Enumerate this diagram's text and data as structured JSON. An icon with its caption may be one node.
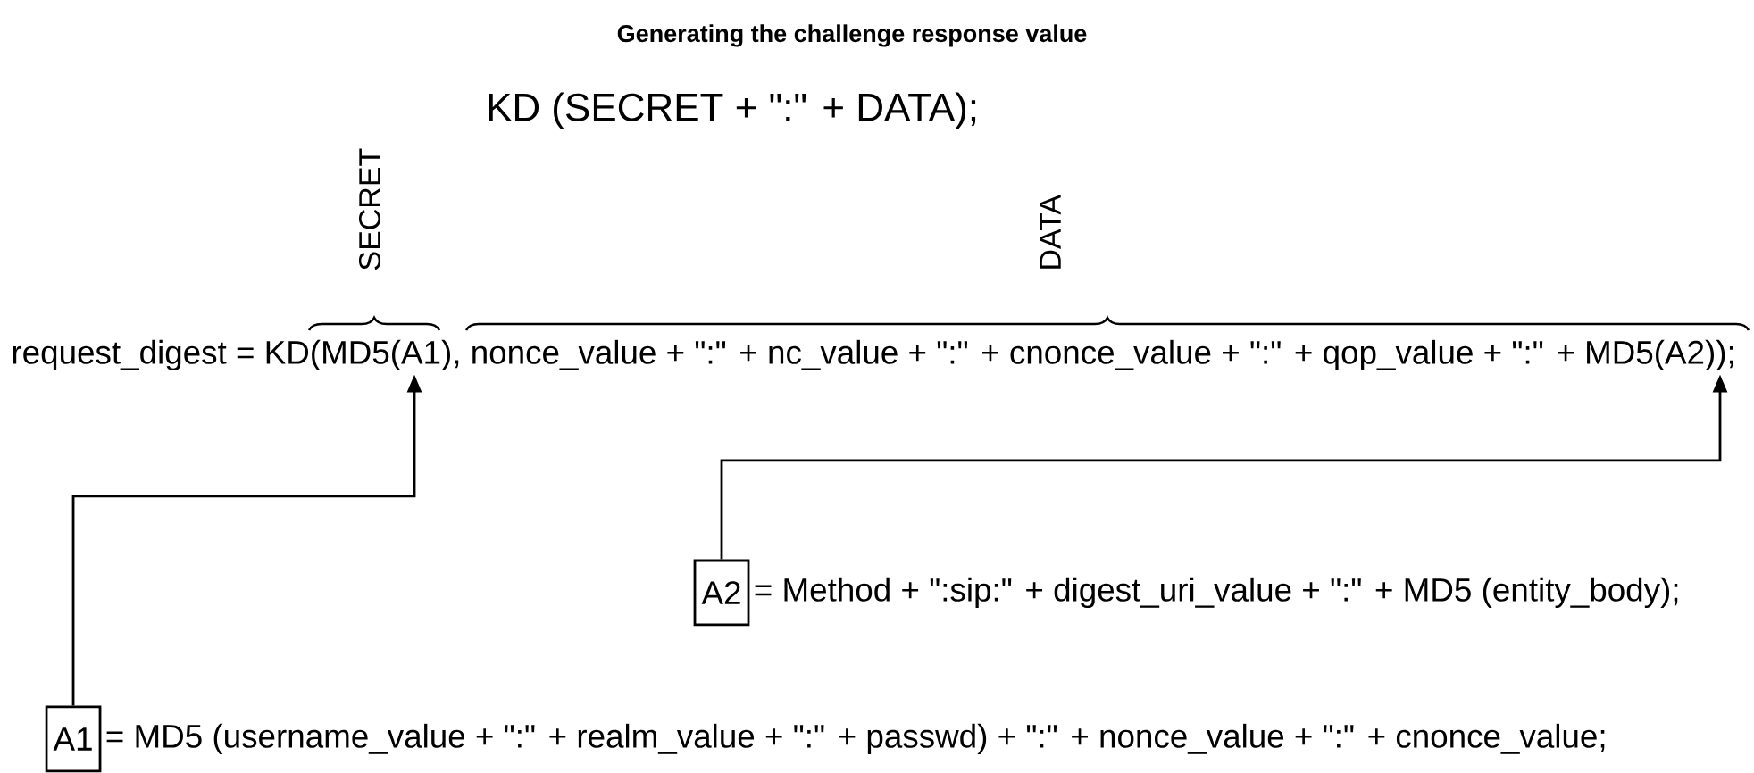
{
  "diagram": {
    "title": "Generating the challenge response value",
    "nodes": [
      {
        "text": [
          "request_digest = KD(MD5(A1), nonce_value + \":\" + nc_value + \":\" + cnonce_value + \":\" + qop_value + \":\" + MD5(A2));"
        ]
      },
      {
        "text": [
          "A2"
        ],
        "beside": [
          "= Method + \":sip:\" + digest_uri_value + \":\" + MD5 (entity_body);"
        ]
      },
      {
        "text": [
          "A1"
        ],
        "beside": [
          "= MD5 (username_value + \":\" + realm_value + \":\" + passwd) + \":\" + nonce_value + \":\" + cnonce_value;"
        ]
      }
    ],
    "edges": [
      {
        "from": 1,
        "to": 0,
        "arrow": "to"
      },
      {
        "from": 2,
        "to": 0,
        "arrow": "to"
      }
    ],
    "labels": [
      "KD (SECRET + \":\" + DATA);",
      "SECRET",
      "DATA"
    ]
  }
}
